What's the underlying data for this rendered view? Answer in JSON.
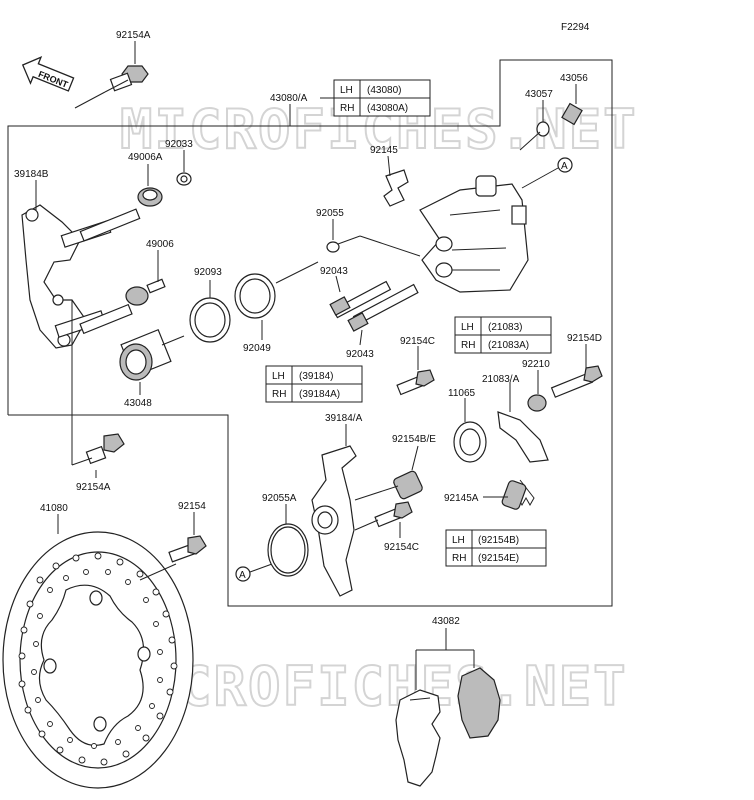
{
  "diagram_code": "F2294",
  "front_label": "FRONT",
  "watermark": "MICROFICHES.NET",
  "callout_letter": "A",
  "labels": {
    "l92154A_top": "92154A",
    "l43080A": "43080/A",
    "l43056": "43056",
    "l43057": "43057",
    "l39184B": "39184B",
    "l49006A": "49006A",
    "l92033": "92033",
    "l92145": "92145",
    "l92055": "92055",
    "l49006": "49006",
    "l92093": "92093",
    "l92043a": "92043",
    "l92043b": "92043",
    "l92049": "92049",
    "l43048": "43048",
    "l92154C_top": "92154C",
    "l92154D": "92154D",
    "l92210": "92210",
    "l11065": "11065",
    "l21083A": "21083/A",
    "l39184A": "39184/A",
    "l92154BE": "92154B/E",
    "l92154A_bot": "92154A",
    "l92145A": "92145A",
    "l41080": "41080",
    "l92154": "92154",
    "l92055A": "92055A",
    "l92154C_bot": "92154C",
    "l43082": "43082"
  },
  "tables": {
    "t43080": {
      "lh": "LH",
      "lh_val": "(43080)",
      "rh": "RH",
      "rh_val": "(43080A)"
    },
    "t21083": {
      "lh": "LH",
      "lh_val": "(21083)",
      "rh": "RH",
      "rh_val": "(21083A)"
    },
    "t39184": {
      "lh": "LH",
      "lh_val": "(39184)",
      "rh": "RH",
      "rh_val": "(39184A)"
    },
    "t92154": {
      "lh": "LH",
      "lh_val": "(92154B)",
      "rh": "RH",
      "rh_val": "(92154E)"
    }
  }
}
